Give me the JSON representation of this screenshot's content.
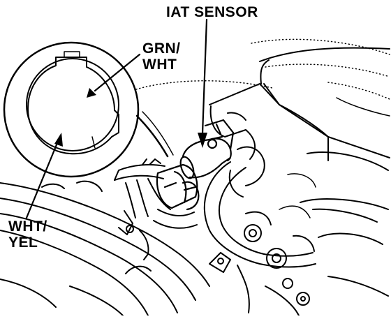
{
  "labels": {
    "iat_sensor": "IAT SENSOR",
    "grn_wht_line1": "GRN/",
    "grn_wht_line2": "WHT",
    "wht_yel_line1": "WHT/",
    "wht_yel_line2": "YEL"
  },
  "colors": {
    "ink": "#000000",
    "paper": "#ffffff"
  }
}
